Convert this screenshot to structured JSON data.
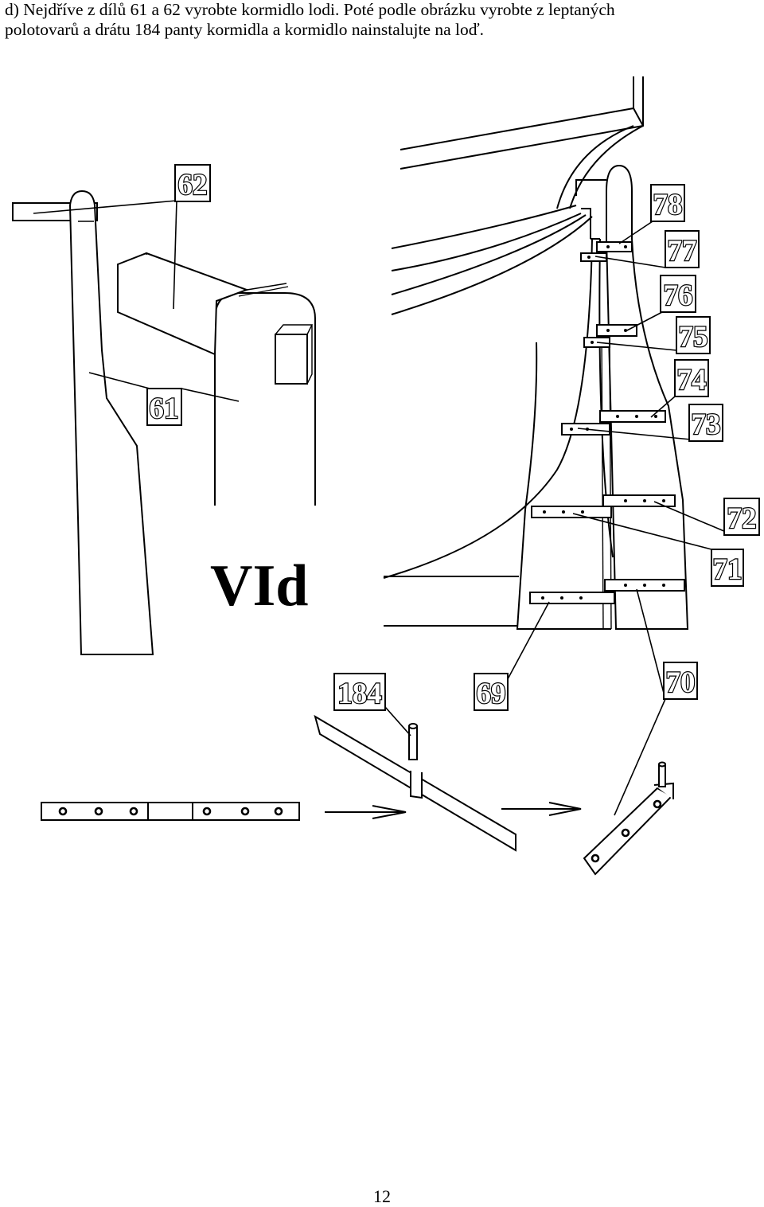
{
  "instructions": {
    "line1": "d) Nejdříve z dílů 61 a 62 vyrobte kormidlo lodi. Poté podle obrázku vyrobte z leptaných",
    "line2": "polotovarů a drátu 184 panty kormidla a kormidlo nainstalujte na loď."
  },
  "diagram": {
    "section_label": "VId",
    "part_labels": {
      "p62": "62",
      "p61": "61",
      "p78": "78",
      "p77": "77",
      "p76": "76",
      "p75": "75",
      "p74": "74",
      "p73": "73",
      "p72": "72",
      "p71": "71",
      "p70": "70",
      "p69": "69",
      "p184": "184"
    }
  },
  "page_number": "12"
}
